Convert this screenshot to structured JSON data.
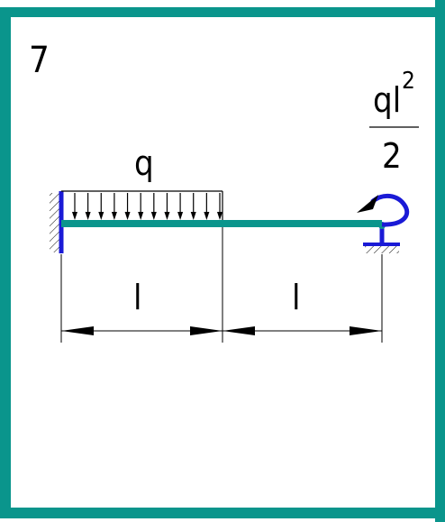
{
  "problem_number": "7",
  "labels": {
    "load": "q",
    "span_left": "l",
    "span_right": "l",
    "moment_numerator_base": "ql",
    "moment_numerator_exp": "2",
    "moment_denominator": "2"
  },
  "colors": {
    "frame": "#0a958c",
    "beam": "#0a958c",
    "support": "#1a1ad6",
    "lines": "#000000"
  }
}
